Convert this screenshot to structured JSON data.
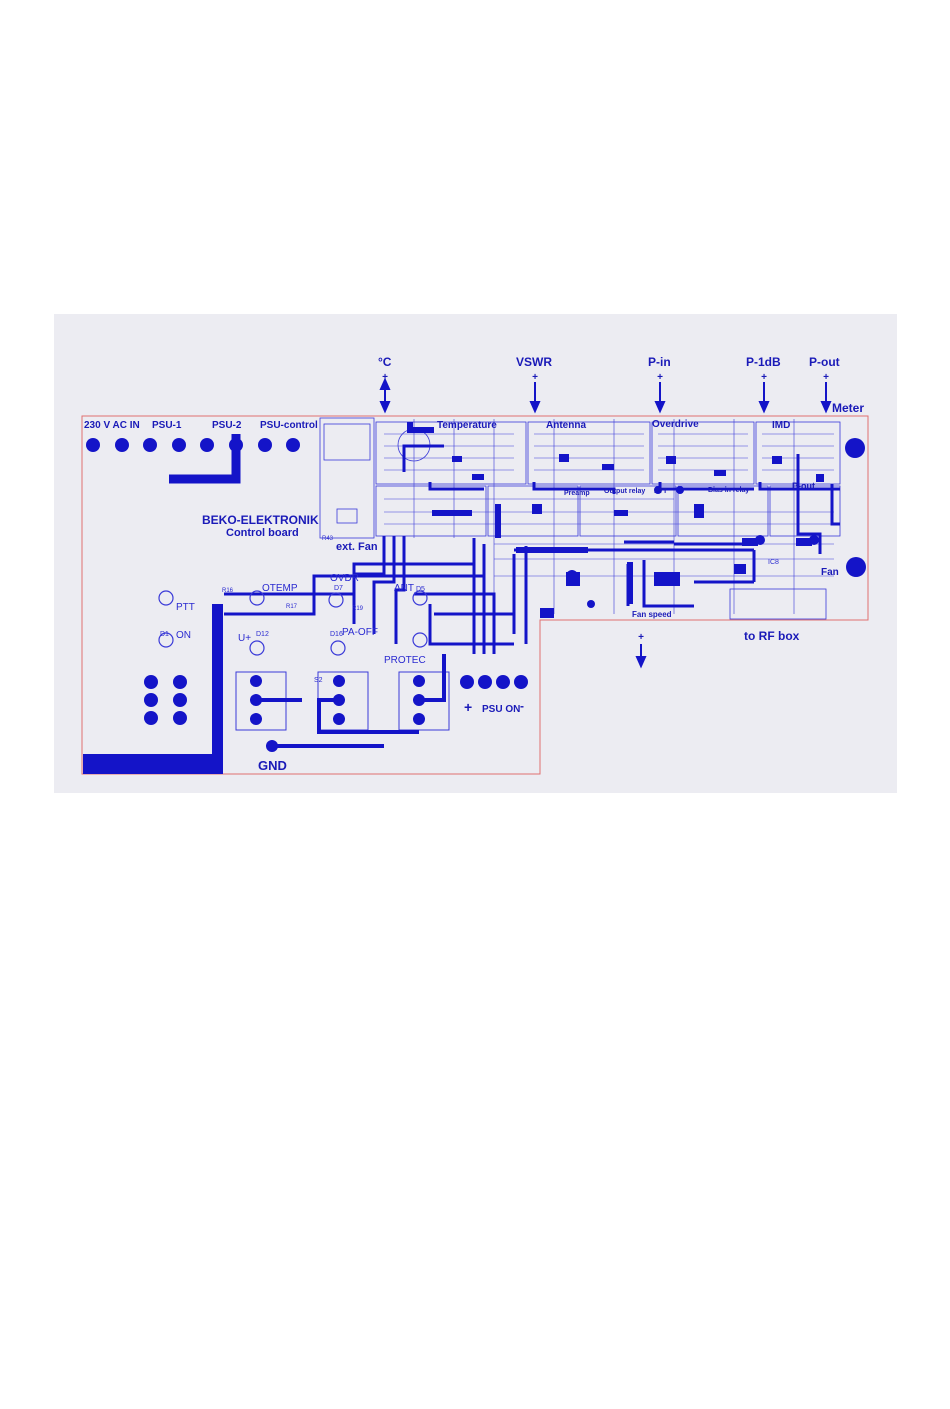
{
  "board": {
    "brand": "BEKO-ELEKTRONIK",
    "subtitle": "Control board",
    "colors": {
      "trace": "#1414c8",
      "background": "#ececf2",
      "outline": "#e07070",
      "thin": "#3a3ad8"
    }
  },
  "connectors_top": {
    "temp": "°C",
    "vswr": "VSWR",
    "pin": "P-in",
    "p1db": "P-1dB",
    "pout": "P-out",
    "meter": "Meter"
  },
  "power_labels": {
    "ac": "230 V AC IN",
    "psu1": "PSU-1",
    "psu2": "PSU-2",
    "psuc": "PSU-control"
  },
  "sections": {
    "temperature": "Temperature",
    "antenna": "Antenna",
    "overdrive": "Overdrive",
    "imd": "IMD",
    "pout": "P-out",
    "preamp": "Preamp",
    "output_relay": "Output relay",
    "ptt": "PTT",
    "bias_relay": "Bias in relay",
    "ext_fan": "ext. Fan",
    "fan": "Fan",
    "fan_speed": "Fan speed",
    "to_rf": "to RF box"
  },
  "leds": {
    "ptt": "PTT",
    "on": "ON",
    "otemp": "OTEMP",
    "ovdr": "OVDR",
    "ant": "ANT",
    "uplus": "U+",
    "paoff": "PA-OFF",
    "protec": "PROTEC"
  },
  "designators": {
    "d1": "D1",
    "d7": "D7",
    "d12": "D12",
    "d16": "D16",
    "d5": "D5",
    "s2": "S2",
    "r16": "R16",
    "r19": "R19",
    "r17": "R17",
    "ic8": "IC8",
    "r43": "R43"
  },
  "bottom": {
    "psu_on": "PSU ON",
    "gnd": "GND",
    "plus": "+",
    "minus": "-"
  }
}
